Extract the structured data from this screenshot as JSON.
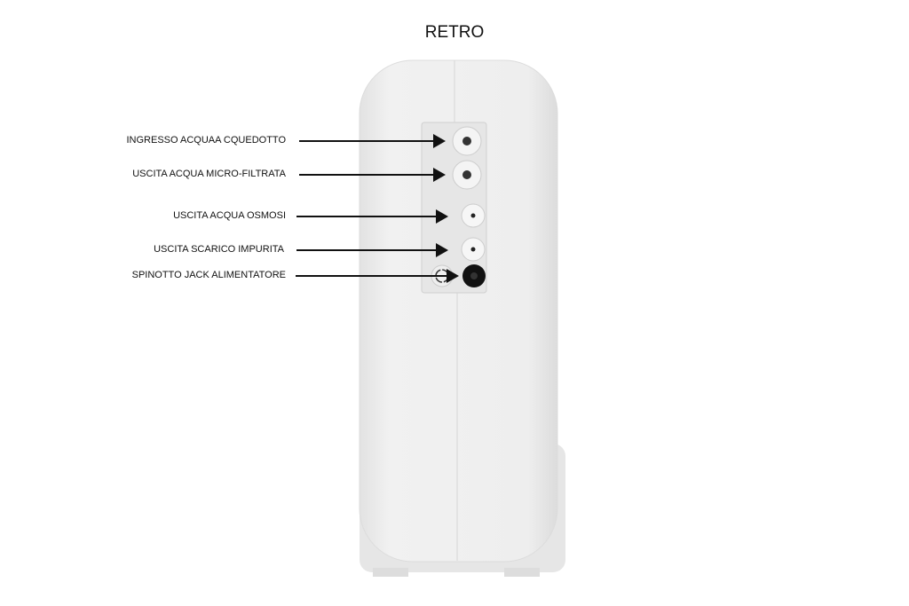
{
  "title": "RETRO",
  "labels": [
    {
      "text": "INGRESSO ACQUAA CQUEDOTTO",
      "target": "connector-1"
    },
    {
      "text": "USCITA ACQUA MICRO-FILTRATA",
      "target": "connector-2"
    },
    {
      "text": "USCITA ACQUA OSMOSI",
      "target": "connector-3"
    },
    {
      "text": "USCITA SCARICO IMPURITA",
      "target": "connector-4"
    },
    {
      "text": "SPINOTTO JACK ALIMENTATORE",
      "target": "power-jack"
    }
  ],
  "colors": {
    "body": "#ececec",
    "panel": "#e4e4e4",
    "arrow": "#111111",
    "jack": "#111111"
  }
}
